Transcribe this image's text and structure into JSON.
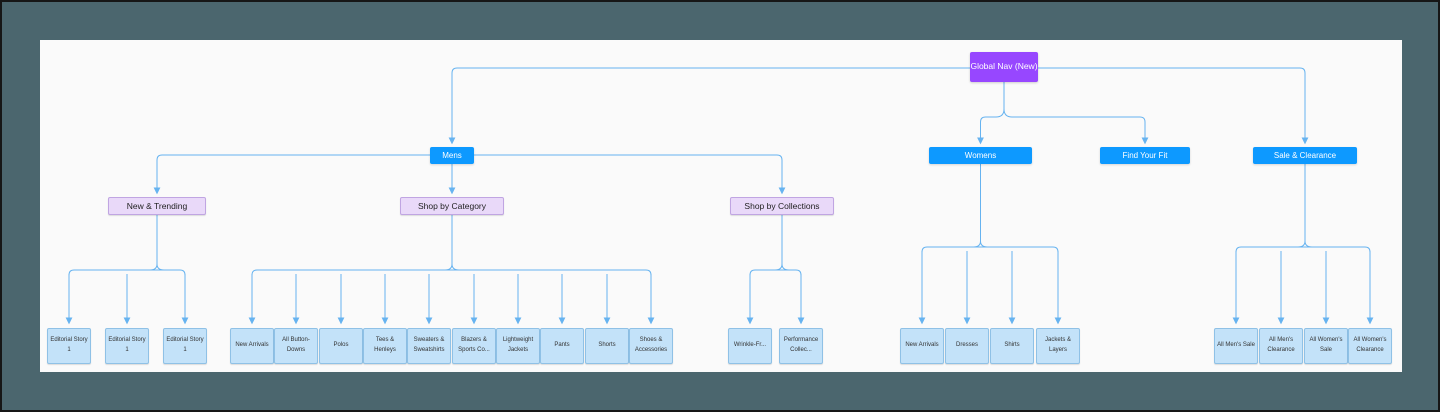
{
  "colors": {
    "page_background": "#4B666E",
    "canvas_surface": "#FAFAFA",
    "root_fill": "#9747FF",
    "level1_fill": "#0D99FF",
    "section_fill": "#E9D9F9",
    "section_border": "#C0A5E2",
    "leaf_fill": "#C3E2F9",
    "leaf_border": "#8FC1E6",
    "connector": "#66B3F0"
  },
  "nodes": {
    "root": {
      "label": "Global Nav (New)"
    },
    "level1": {
      "mens": {
        "label": "Mens"
      },
      "womens": {
        "label": "Womens"
      },
      "find_your_fit": {
        "label": "Find Your Fit"
      },
      "sale_clearance": {
        "label": "Sale & Clearance"
      }
    },
    "mens_sections": {
      "new_trending": {
        "label": "New & Trending"
      },
      "shop_by_category": {
        "label": "Shop by Category"
      },
      "shop_by_collections": {
        "label": "Shop by Collections"
      }
    },
    "leaves": {
      "new_trending": [
        "Editorial Story 1",
        "Editorial Story 1",
        "Editorial Story 1"
      ],
      "shop_by_category": [
        "New Arrivals",
        "All Button-Downs",
        "Polos",
        "Tees & Henleys",
        "Sweaters & Sweatshirts",
        "Blazers & Sports Co...",
        "Lightweight Jackets",
        "Pants",
        "Shorts",
        "Shoes & Accessories"
      ],
      "shop_by_collections": [
        "Wrinkle-Fr...",
        "Performance Collec..."
      ],
      "womens": [
        "New Arrivals",
        "Dresses",
        "Shirts",
        "Jackets & Layers"
      ],
      "sale_clearance": [
        "All Men's Sale",
        "All Men's Clearance",
        "All Women's Sale",
        "All Women's Clearance"
      ]
    }
  }
}
